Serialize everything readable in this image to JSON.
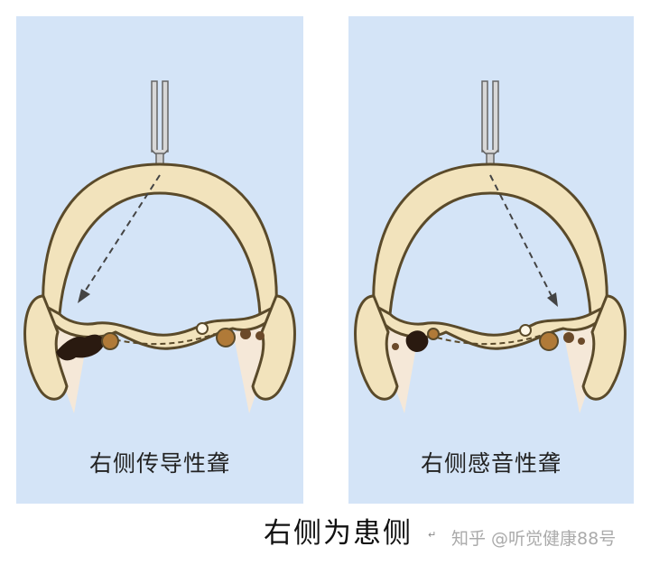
{
  "panels": [
    {
      "label": "右侧传导性聋",
      "arrow_target": "left-ear"
    },
    {
      "label": "右侧感音性聋",
      "arrow_target": "right-ear"
    }
  ],
  "caption": "右侧为患侧",
  "return_mark": "↵",
  "watermark": "知乎 @听觉健康88号",
  "colors": {
    "panel_bg": "#d4e4f7",
    "bone_fill": "#f2e3bc",
    "bone_stroke": "#5a4a2a",
    "fork": "#d8d8d8",
    "ossicle_dark": "#2a1a10",
    "cochlea": "#b07a38",
    "sound_wedge": "#f5e8d8"
  }
}
